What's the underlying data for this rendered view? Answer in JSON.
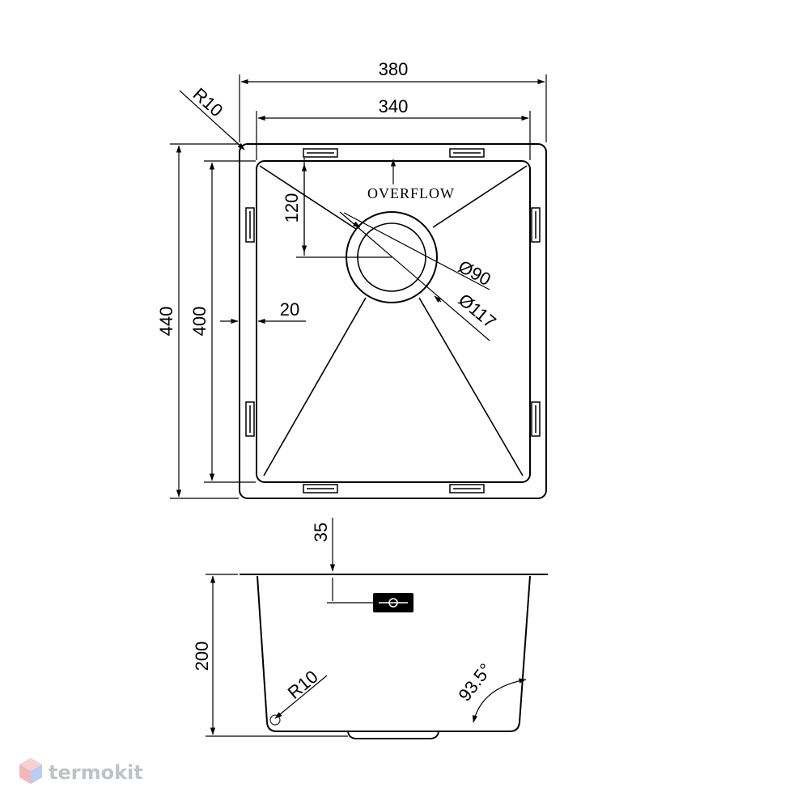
{
  "top_view": {
    "width_outer": "380",
    "width_inner": "340",
    "corner_radius": "R10",
    "height_outer": "440",
    "height_inner": "400",
    "overflow_offset": "120",
    "side_wall": "20",
    "overflow_label": "OVERFLOW",
    "drain_inner_diameter": "Ø90",
    "drain_outer_diameter": "Ø117"
  },
  "side_view": {
    "overflow_depth": "35",
    "depth": "200",
    "bottom_radius": "R10",
    "wall_angle": "93.5°"
  },
  "watermark": {
    "text": "termokit",
    "icon": "hexagon-logo-icon",
    "color": "#bfc3c7",
    "accent_colors": [
      "#f2b8b8",
      "#b8cdf2"
    ]
  }
}
